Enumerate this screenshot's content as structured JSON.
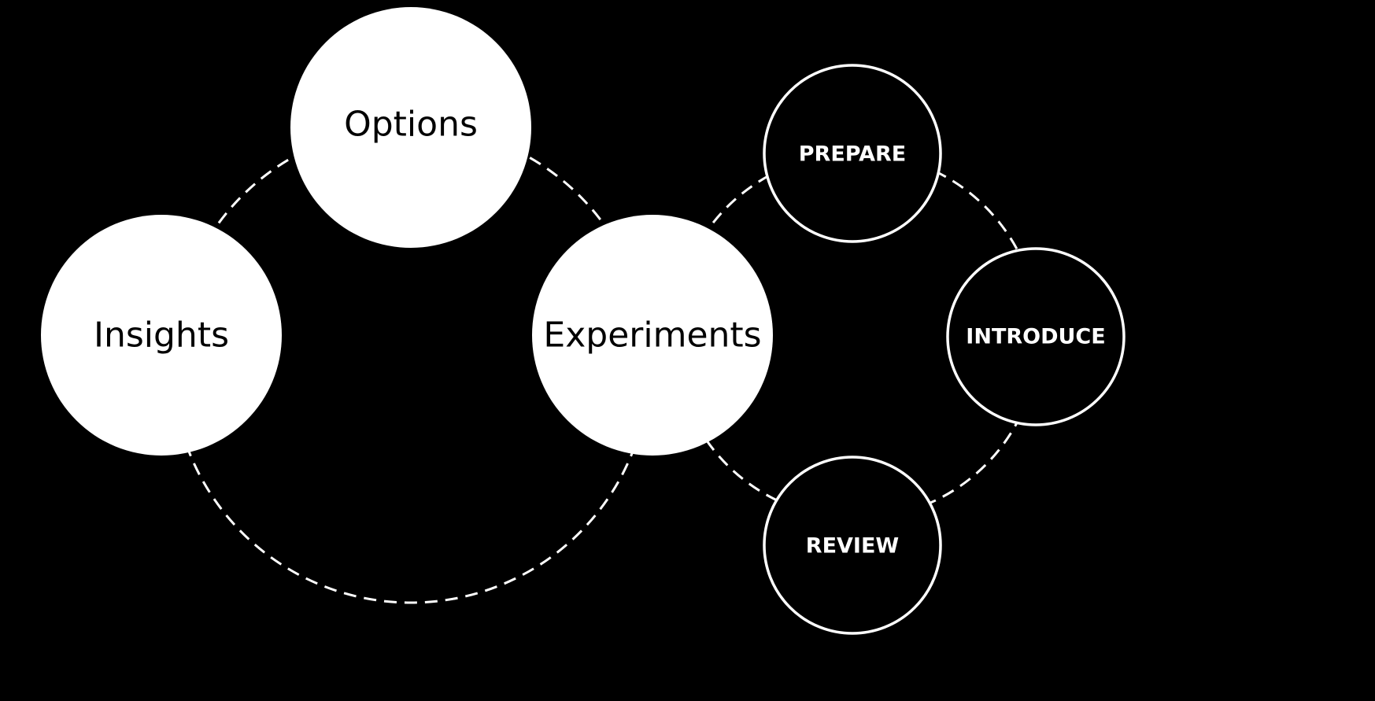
{
  "colors": {
    "background": "#000000",
    "foreground": "#ffffff",
    "big_node_text": "#000000"
  },
  "main_cycle": {
    "nodes": {
      "options": {
        "label": "Options"
      },
      "insights": {
        "label": "Insights"
      },
      "experiments": {
        "label": "Experiments"
      }
    }
  },
  "experiment_cycle": {
    "nodes": {
      "prepare": {
        "label": "PREPARE"
      },
      "introduce": {
        "label": "INTRODUCE"
      },
      "review": {
        "label": "REVIEW"
      }
    }
  }
}
